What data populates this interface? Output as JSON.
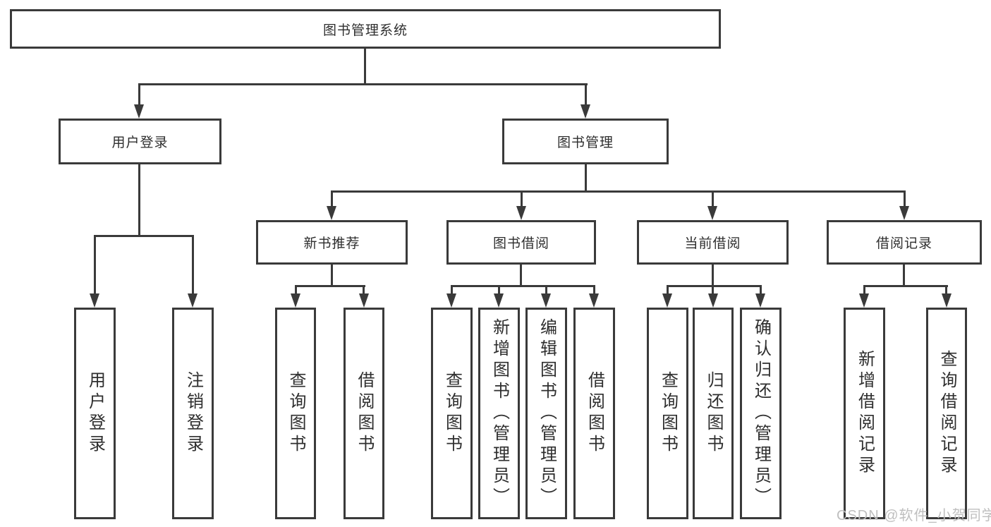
{
  "diagram": {
    "title": "图书管理系统",
    "tree": {
      "label": "图书管理系统",
      "children": [
        {
          "label": "用户登录",
          "children": [
            {
              "label": "用户登录"
            },
            {
              "label": "注销登录"
            }
          ]
        },
        {
          "label": "图书管理",
          "children": [
            {
              "label": "新书推荐",
              "children": [
                {
                  "label": "查询图书"
                },
                {
                  "label": "借阅图书"
                }
              ]
            },
            {
              "label": "图书借阅",
              "children": [
                {
                  "label": "查询图书"
                },
                {
                  "label": "新增图书（管理员）"
                },
                {
                  "label": "编辑图书（管理员）"
                },
                {
                  "label": "借阅图书"
                }
              ]
            },
            {
              "label": "当前借阅",
              "children": [
                {
                  "label": "查询图书"
                },
                {
                  "label": "归还图书"
                },
                {
                  "label": "确认归还（管理员）"
                }
              ]
            },
            {
              "label": "借阅记录",
              "children": [
                {
                  "label": "新增借阅记录"
                },
                {
                  "label": "查询借阅记录"
                }
              ]
            }
          ]
        }
      ]
    }
  },
  "watermark": "CSDN @软件_小贺同学",
  "colors": {
    "stroke": "#3a3a3a",
    "text": "#2e2e2e",
    "background": "#ffffff",
    "watermark": "#bfbfbf"
  }
}
